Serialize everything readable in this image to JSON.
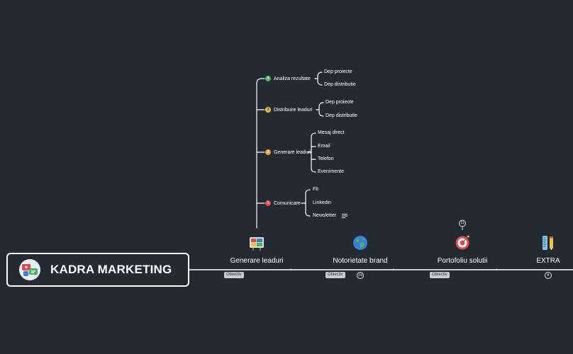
{
  "root": {
    "title": "KADRA MARKETING",
    "icon": "marketing-icon"
  },
  "topics": [
    {
      "key": "generare",
      "label": "Generare leaduri",
      "icon": "billboard-icon",
      "badge": "Obiectiv"
    },
    {
      "key": "notorietate",
      "label": "Notorietate brand",
      "icon": "globe-icon",
      "badge": "Obiectiv",
      "count": "19"
    },
    {
      "key": "portofoliu",
      "label": "Portofoliu solutii",
      "icon": "target-icon",
      "badge": "Obiectiv",
      "count": "11"
    },
    {
      "key": "extra",
      "label": "EXTRA",
      "icon": "stationery-icon",
      "count": "8"
    }
  ],
  "subtopics": [
    {
      "number": "4",
      "label": "Analiza rezultate",
      "color": "#3fb75a",
      "children": [
        "Dep proiecte",
        "Dep distributie"
      ]
    },
    {
      "number": "3",
      "label": "Distribuire leaduri",
      "color": "#f1c232",
      "children": [
        "Dep proiecte",
        "Dep distributie"
      ]
    },
    {
      "number": "2",
      "label": "Generare leaduri",
      "color": "#f09a3e",
      "children": [
        "Mesaj direct",
        "Email",
        "Telefon",
        "Evenimente"
      ]
    },
    {
      "number": "1",
      "label": "Comunicare",
      "color": "#e5484d",
      "children": [
        "Fb",
        "Linkedin",
        "Newsletter"
      ]
    }
  ]
}
